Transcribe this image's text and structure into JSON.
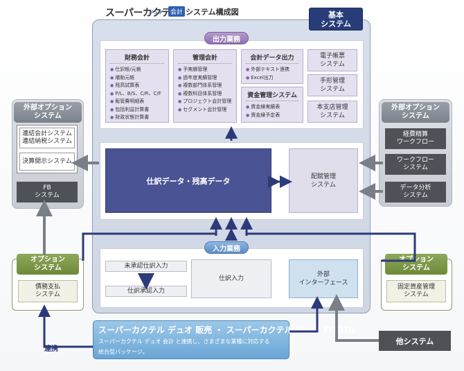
{
  "title": {
    "logo": "スーパーカクテル",
    "logo_sub": "デュオ",
    "badge": "会計",
    "rest": "システム構成図"
  },
  "basic_system": "基本\nシステム",
  "output_section": {
    "label": "出力業務",
    "financial": {
      "title": "財務会計",
      "items": [
        "仕訳帳/元帳",
        "補助元帳",
        "残高試算表",
        "P/L、B/S、C/R、C/F",
        "販管費明細表",
        "包括利益計算書",
        "財政状態計算書"
      ]
    },
    "management": {
      "title": "管理会計",
      "items": [
        "予実績管理",
        "過年度実績管理",
        "複数部門体系管理",
        "複数科目体系管理",
        "プロジェクト会計管理",
        "セグメント会計管理"
      ]
    },
    "data_output": {
      "title": "会計データ出力",
      "items": [
        "外部テキスト連携",
        "Excel出力"
      ]
    },
    "fund": {
      "title": "資金管理システム",
      "items": [
        "資金繰実績表",
        "資金繰予定表"
      ]
    },
    "e_ledger": "電子帳票\nシステム",
    "bill": "手形管理\nシステム",
    "branch": "本支店管理\nシステム"
  },
  "journal_data": "仕訳データ・残高データ",
  "allocation": "配賦管理\nシステム",
  "input_section": {
    "label": "入力業務",
    "unapproved": "未承認仕訳入力",
    "approval": "仕訳承認入力",
    "journal_input": "仕訳入力",
    "external": "外部\nインターフェース"
  },
  "left_option": {
    "title": "外部オプション\nシステム",
    "items": [
      "連結会計システム\n連結納税システム",
      "決算開示システム"
    ],
    "fb": "FB\nシステム"
  },
  "right_option": {
    "title": "外部オプション\nシステム",
    "items": [
      "経費精算\nワークフロー",
      "ワークフロー\nシステム"
    ],
    "analysis": "データ分析\nシステム"
  },
  "left_opt": {
    "title": "オプション\nシステム",
    "item": "債務支払\nシステム"
  },
  "right_opt": {
    "title": "オプション\nシステム",
    "item": "固定資産管理\nシステム"
  },
  "bottom": {
    "line1": "スーパーカクテル デュオ 販売 ・ スーパーカクテル デュオ FOODs",
    "line2": "スーパーカクテル デュオ 会計 と連携し、さまざまな業種に対応する",
    "line3": "統合型パッケージ。"
  },
  "link_label": "連携",
  "other_system": "他システム",
  "colors": {
    "main_navy": "#283d78",
    "journal_blue": "#4a5394",
    "output_purple": "#8e71b1",
    "input_blue": "#5d8cc6",
    "option_green": "#6d8a38",
    "dark_gray": "#4e5257"
  }
}
